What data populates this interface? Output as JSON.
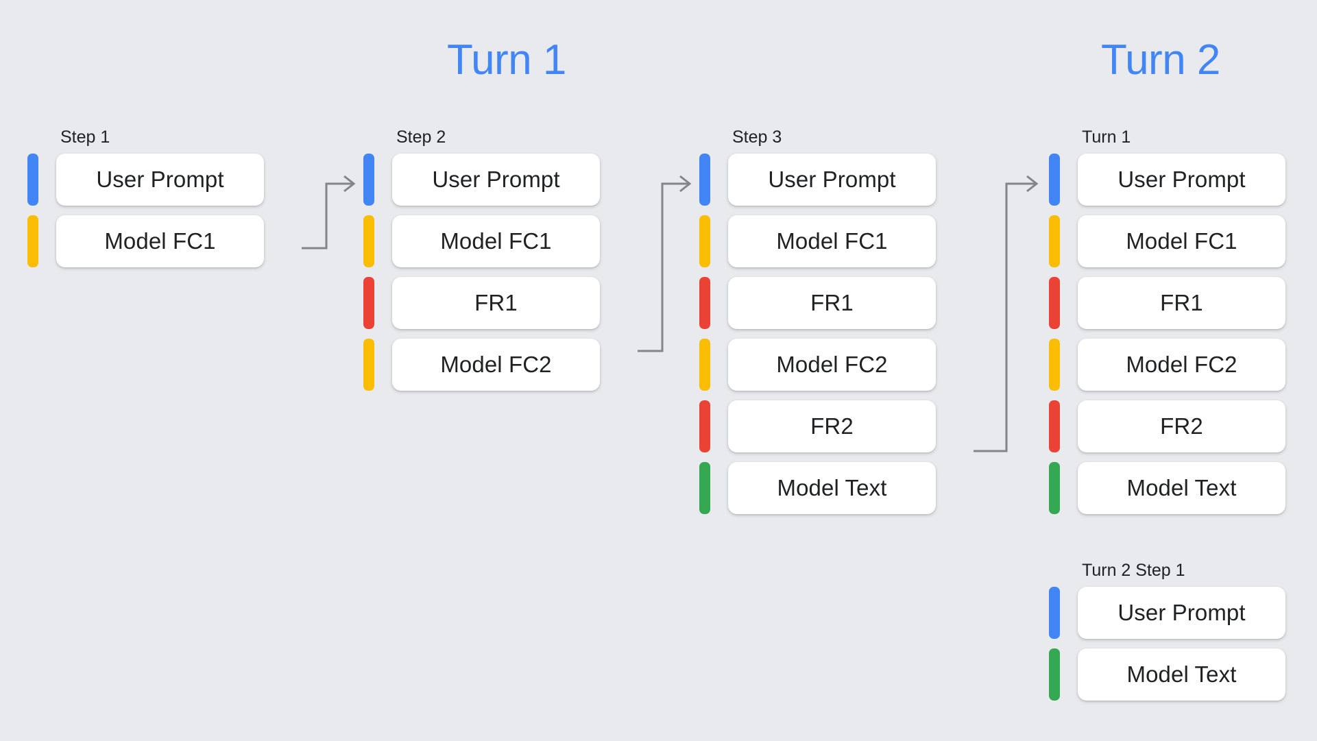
{
  "background_color": "#e8eaed",
  "palette": {
    "blue": "#4285f4",
    "yellow": "#fbbc04",
    "red": "#ea4335",
    "green": "#34a853",
    "arrow_gray": "#80868b",
    "card_white": "#ffffff",
    "text_dark": "#202124"
  },
  "turn_titles": [
    {
      "label": "Turn 1"
    },
    {
      "label": "Turn 2"
    }
  ],
  "columns": [
    {
      "id": "step-1",
      "label": "Step 1",
      "rows": [
        {
          "label": "User Prompt",
          "color": "blue"
        },
        {
          "label": "Model FC1",
          "color": "yellow"
        }
      ]
    },
    {
      "id": "step-2",
      "label": "Step 2",
      "rows": [
        {
          "label": "User Prompt",
          "color": "blue"
        },
        {
          "label": "Model FC1",
          "color": "yellow"
        },
        {
          "label": "FR1",
          "color": "red"
        },
        {
          "label": "Model FC2",
          "color": "yellow"
        }
      ]
    },
    {
      "id": "step-3",
      "label": "Step 3",
      "rows": [
        {
          "label": "User Prompt",
          "color": "blue"
        },
        {
          "label": "Model FC1",
          "color": "yellow"
        },
        {
          "label": "FR1",
          "color": "red"
        },
        {
          "label": "Model FC2",
          "color": "yellow"
        },
        {
          "label": "FR2",
          "color": "red"
        },
        {
          "label": "Model Text",
          "color": "green"
        }
      ]
    },
    {
      "id": "turn-1",
      "label": "Turn 1",
      "rows": [
        {
          "label": "User Prompt",
          "color": "blue"
        },
        {
          "label": "Model FC1",
          "color": "yellow"
        },
        {
          "label": "FR1",
          "color": "red"
        },
        {
          "label": "Model FC2",
          "color": "yellow"
        },
        {
          "label": "FR2",
          "color": "red"
        },
        {
          "label": "Model Text",
          "color": "green"
        }
      ]
    },
    {
      "id": "turn-2-step-1",
      "label": "Turn 2 Step 1",
      "rows": [
        {
          "label": "User Prompt",
          "color": "blue"
        },
        {
          "label": "Model Text",
          "color": "green"
        }
      ]
    }
  ],
  "connectors": [
    {
      "id": "step-1-to-step-2",
      "from": "step-1:Model FC1",
      "to": "step-2:User Prompt"
    },
    {
      "id": "step-2-to-step-3",
      "from": "step-2:Model FC2",
      "to": "step-3:User Prompt"
    },
    {
      "id": "step-3-to-turn-1",
      "from": "step-3:FR2",
      "to": "turn-1:User Prompt"
    }
  ]
}
